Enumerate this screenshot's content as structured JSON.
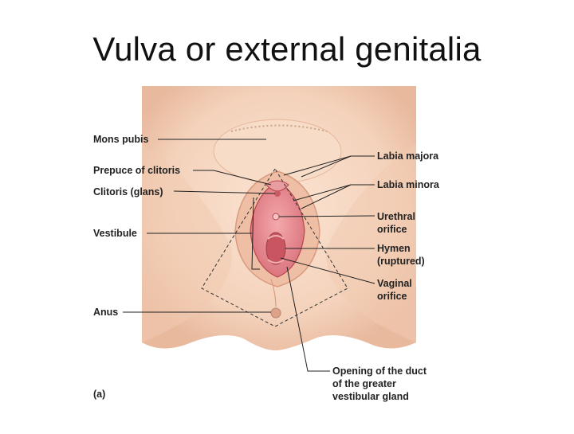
{
  "title": "Vulva or external genitalia",
  "figure": {
    "panel_label": "(a)",
    "labels": {
      "mons_pubis": "Mons pubis",
      "prepuce_of_clitoris": "Prepuce of clitoris",
      "clitoris_glans": "Clitoris (glans)",
      "vestibule": "Vestibule",
      "anus": "Anus",
      "labia_majora": "Labia majora",
      "labia_minora": "Labia minora",
      "urethral_orifice_1": "Urethral",
      "urethral_orifice_2": "orifice",
      "hymen_1": "Hymen",
      "hymen_2": "(ruptured)",
      "vaginal_orifice_1": "Vaginal",
      "vaginal_orifice_2": "orifice",
      "greater_vestibular_1": "Opening of the duct",
      "greater_vestibular_2": "of the greater",
      "greater_vestibular_3": "vestibular gland"
    },
    "colors": {
      "skin": "#f6d7c0",
      "skin_shadow": "#e9b89c",
      "mucosa": "#e58a8f",
      "mucosa_dark": "#b8454d",
      "leader_line": "#222222"
    }
  }
}
